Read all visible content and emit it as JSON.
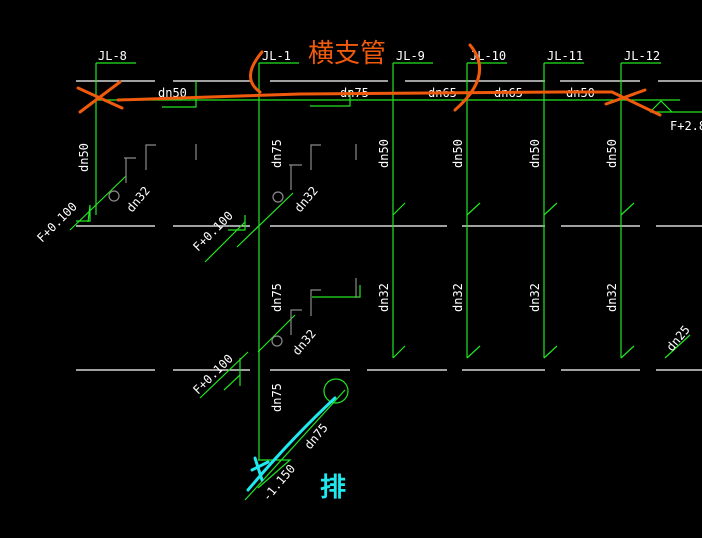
{
  "risers": [
    "JL-8",
    "JL-1",
    "JL-9",
    "JL-10",
    "JL-11",
    "JL-12"
  ],
  "main_pipe_sizes": [
    "dn50",
    "dn75",
    "dn65",
    "dn65",
    "dn50"
  ],
  "riser_upper_sizes": [
    "dn50",
    "dn75",
    "dn50",
    "dn50",
    "dn50",
    "dn50"
  ],
  "riser_lower_sizes": [
    "dn75",
    "dn32",
    "dn32",
    "dn32",
    "dn32"
  ],
  "branch_sizes": [
    "dn32",
    "dn32",
    "dn32"
  ],
  "lower_riser_size": "dn75",
  "lower_branch_size": "dn75",
  "right_branch_size": "dn25",
  "elevations": [
    "F+0.100",
    "F+0.100",
    "F+0.100",
    "F+2.8",
    "-1.150"
  ],
  "annotations": {
    "orange": "横支管",
    "cyan": "排"
  },
  "colors": {
    "background": "#000000",
    "pipe": "#22e622",
    "text": "#ffffff",
    "markup_orange": "#ef5a0c",
    "markup_cyan": "#1fe8ee"
  }
}
